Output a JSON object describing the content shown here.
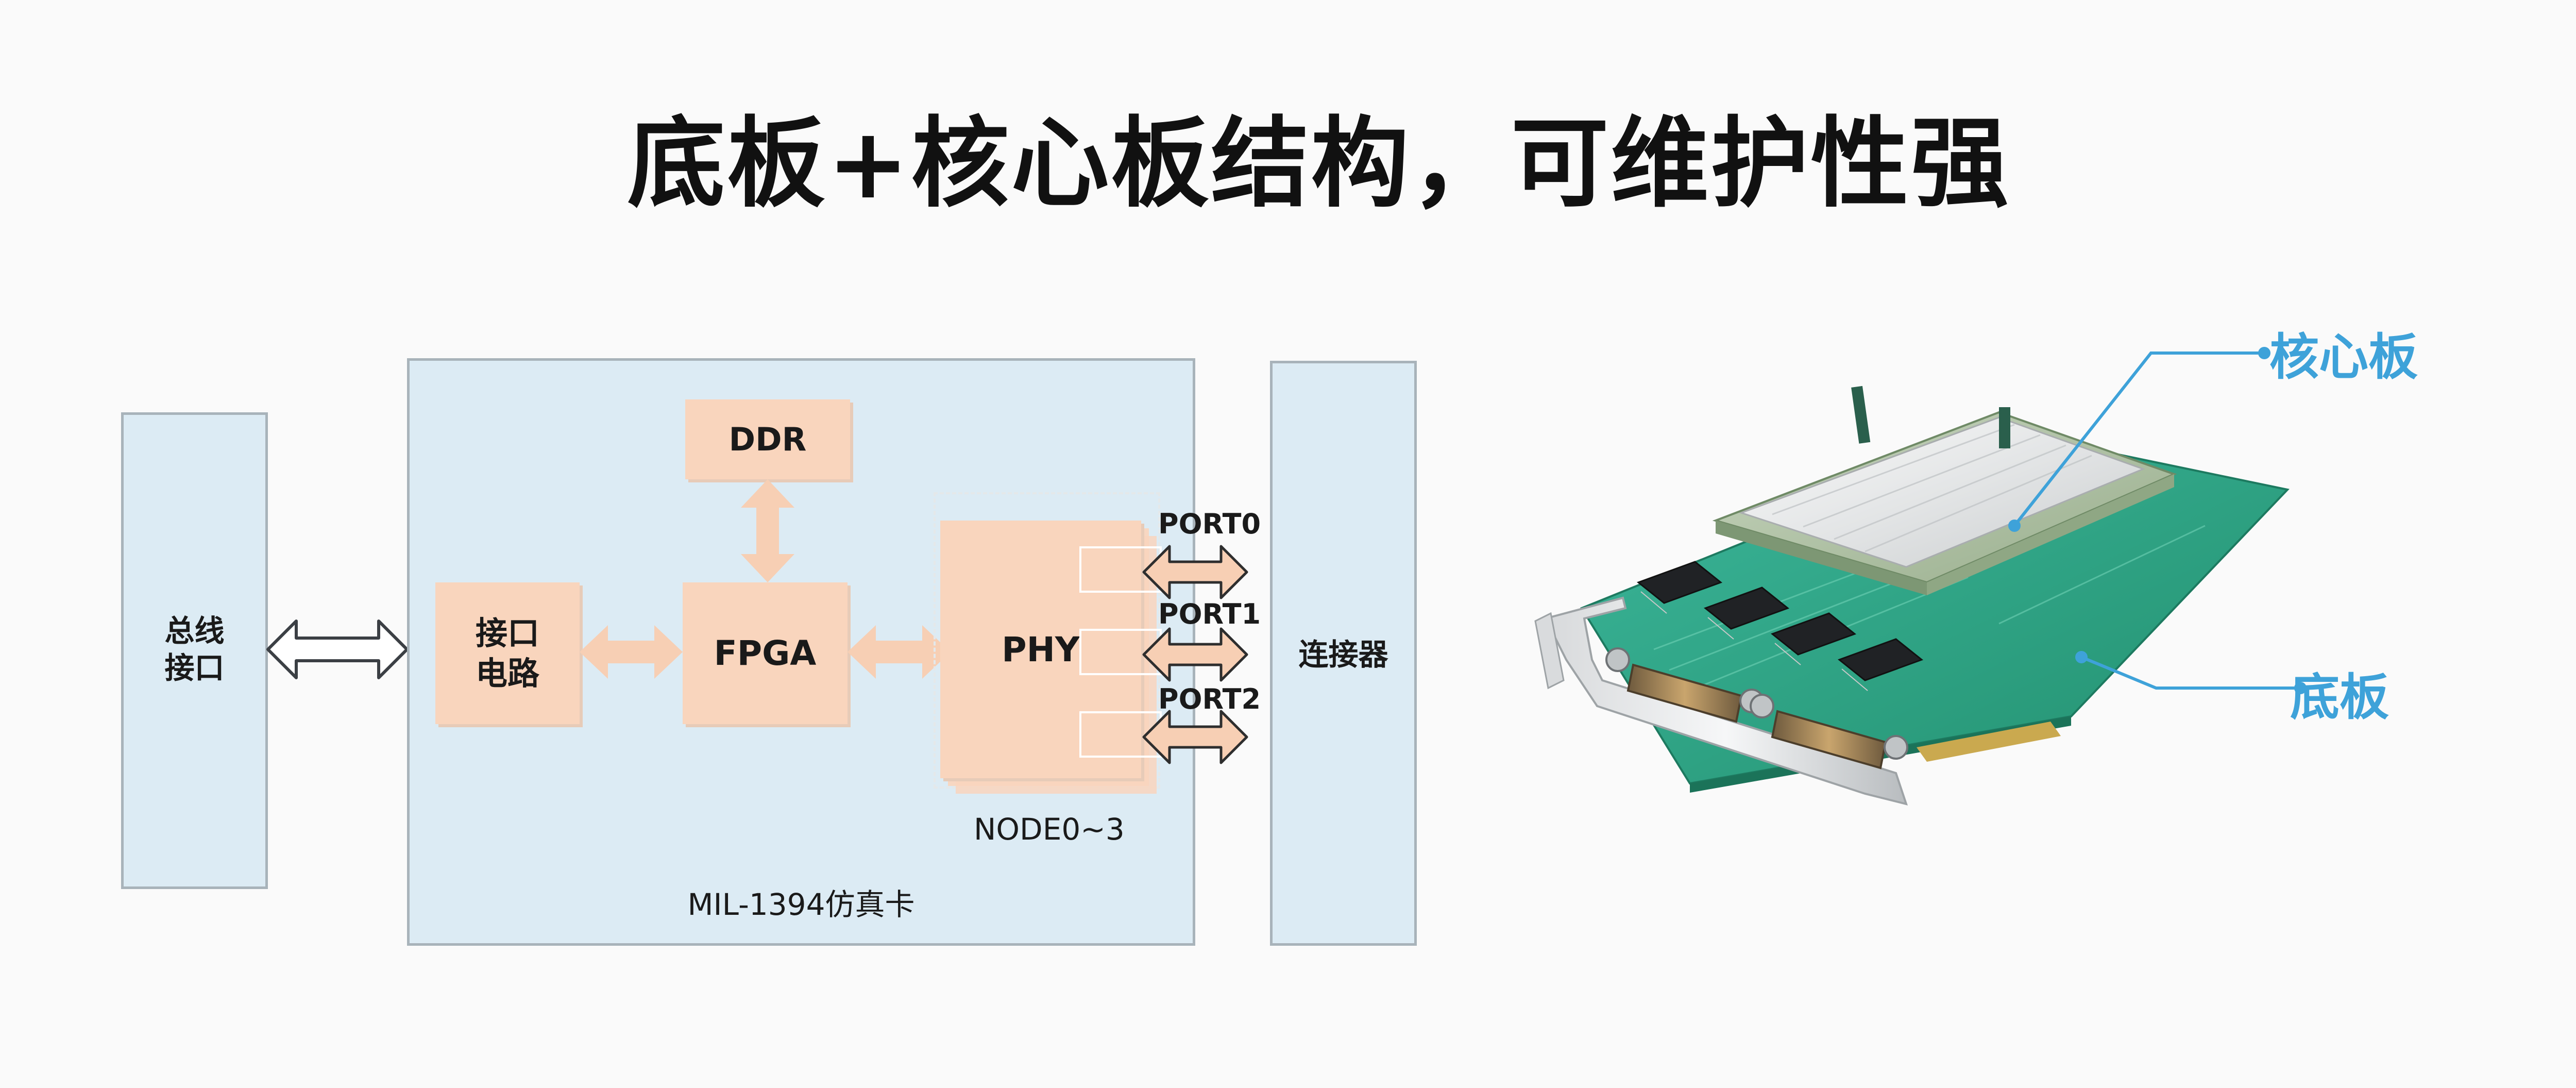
{
  "title": "底板+核心板结构，可维护性强",
  "diagram": {
    "bus_interface": "总线\n接口",
    "card": {
      "label": "MIL-1394仿真卡",
      "interface_circuit": "接口\n电路",
      "fpga": "FPGA",
      "ddr": "DDR",
      "phy": "PHY",
      "node_label": "NODE0~3",
      "ports": [
        "PORT0",
        "PORT1",
        "PORT2"
      ]
    },
    "connector": "连接器"
  },
  "photo": {
    "labels": {
      "core_board": "核心板",
      "base_board": "底板"
    }
  },
  "colors": {
    "panel_fill": "#dcebf4",
    "block_fill": "#f9d5bd",
    "arrow_fill": "#f7cfb4",
    "callout_blue": "#3ea2d9",
    "pcb_green": "#2fa58a"
  },
  "icons": [
    "double-arrow-icon",
    "callout-dot-icon"
  ]
}
